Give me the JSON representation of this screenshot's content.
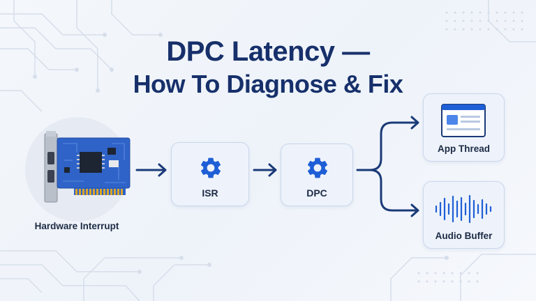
{
  "title": {
    "line1": "DPC Latency —",
    "line2": "How To Diagnose & Fix"
  },
  "nodes": {
    "hardware": {
      "label": "Hardware Interrupt",
      "icon": "network-card-icon"
    },
    "isr": {
      "label": "ISR",
      "icon": "gear-icon"
    },
    "dpc": {
      "label": "DPC",
      "icon": "gear-icon"
    },
    "app_thread": {
      "label": "App Thread",
      "icon": "app-window-icon"
    },
    "audio_buffer": {
      "label": "Audio Buffer",
      "icon": "audio-waveform-icon"
    }
  },
  "colors": {
    "title": "#17306b",
    "accent": "#1f5fd6",
    "arrow": "#1a3a78",
    "box_fill": "#eef3fb",
    "box_border": "#c9d6ea"
  }
}
